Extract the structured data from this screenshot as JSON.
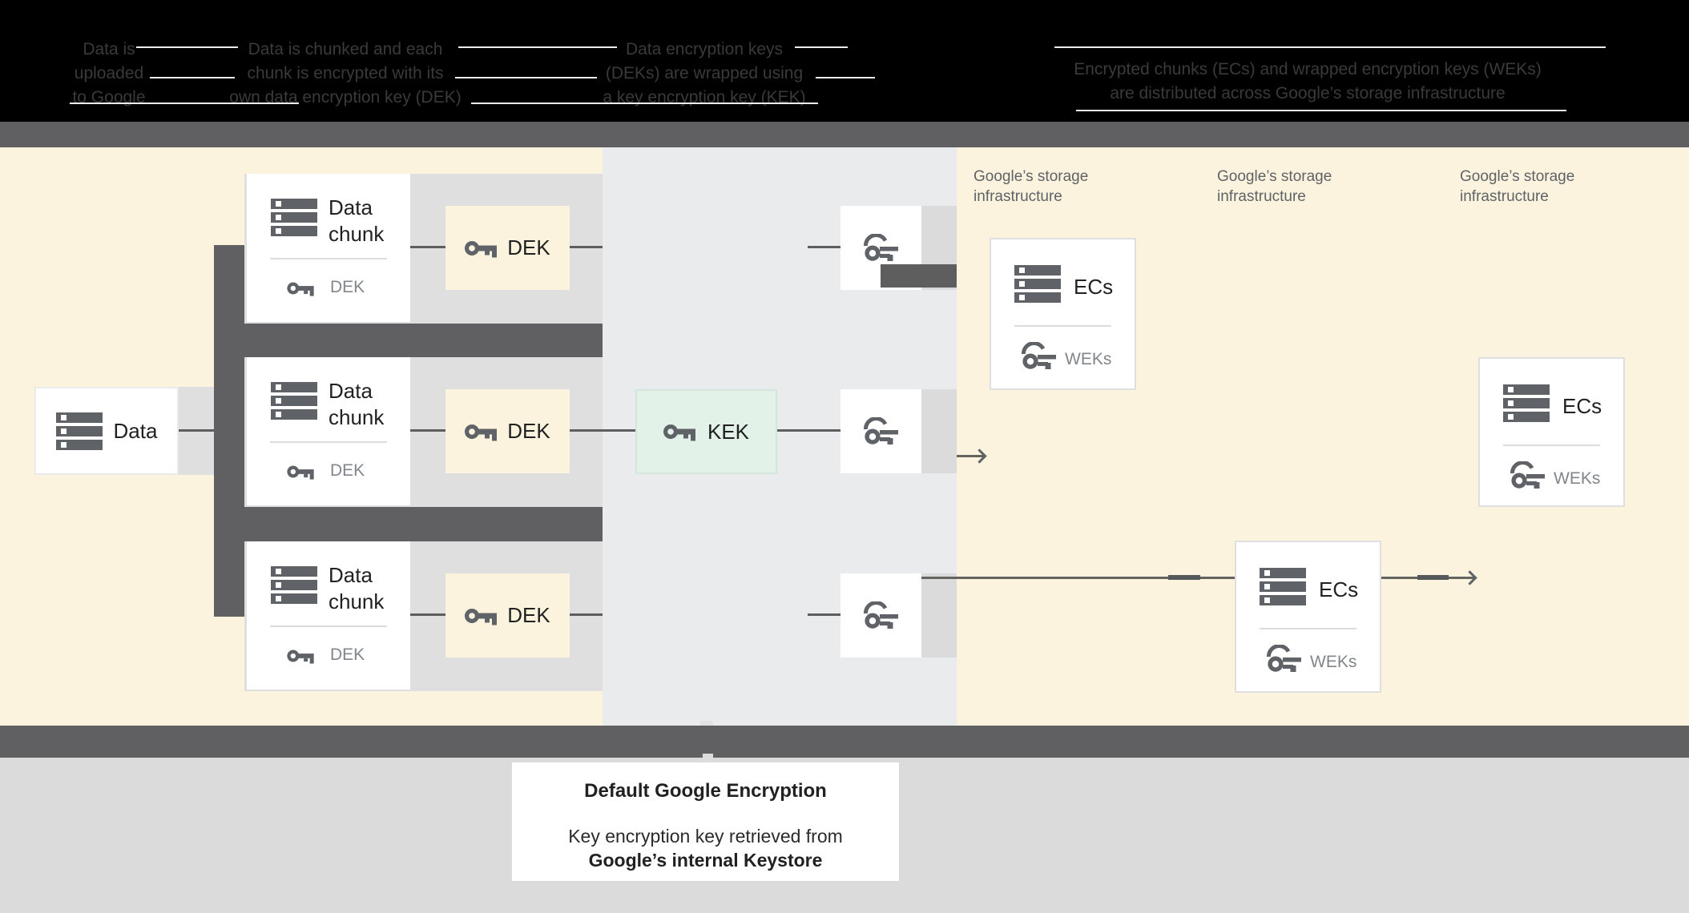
{
  "header": {
    "steps": [
      {
        "lines": [
          "Data is",
          "uploaded",
          "to Google"
        ]
      },
      {
        "lines": [
          "Data is chunked and each",
          "chunk is encrypted with its",
          "own data encryption key (DEK)"
        ]
      },
      {
        "lines": [
          "Data encryption keys",
          "(DEKs) are wrapped using",
          "a key encryption key (KEK)"
        ]
      },
      {
        "lines": [
          "Encrypted chunks (ECs) and wrapped encryption keys (WEKs)",
          "are distributed across Google’s storage infrastructure"
        ]
      }
    ]
  },
  "diagram": {
    "data_box": {
      "label": "Data"
    },
    "rows": [
      {
        "chunk_label": "Data chunk",
        "chunk_key_label": "DEK",
        "dek_label": "DEK"
      },
      {
        "chunk_label": "Data chunk",
        "chunk_key_label": "DEK",
        "dek_label": "DEK"
      },
      {
        "chunk_label": "Data chunk",
        "chunk_key_label": "DEK",
        "dek_label": "DEK"
      }
    ],
    "kek": {
      "label": "KEK"
    },
    "storage_labels": [
      "Google’s storage\ninfrastructure",
      "Google’s storage\ninfrastructure",
      "Google’s storage\ninfrastructure"
    ],
    "ec_boxes": [
      {
        "label": "ECs",
        "keys_label": "WEKs"
      },
      {
        "label": "ECs",
        "keys_label": "WEKs"
      },
      {
        "label": "ECs",
        "keys_label": "WEKs"
      }
    ]
  },
  "caption": {
    "title": "Default Google Encryption",
    "body_line1": "Key encryption key retrieved from",
    "body_line2": "Google’s internal Keystore"
  },
  "colors": {
    "cream": "#FBF3DD",
    "blue_gray": "#E9EBED",
    "dark_gray": "#606062",
    "band_gray": "#DFDFDF",
    "mint": "#E3F2E9",
    "icon_gray": "#5F6368",
    "muted_label": "#80868B",
    "bottom_bg": "#DBDBDB"
  }
}
